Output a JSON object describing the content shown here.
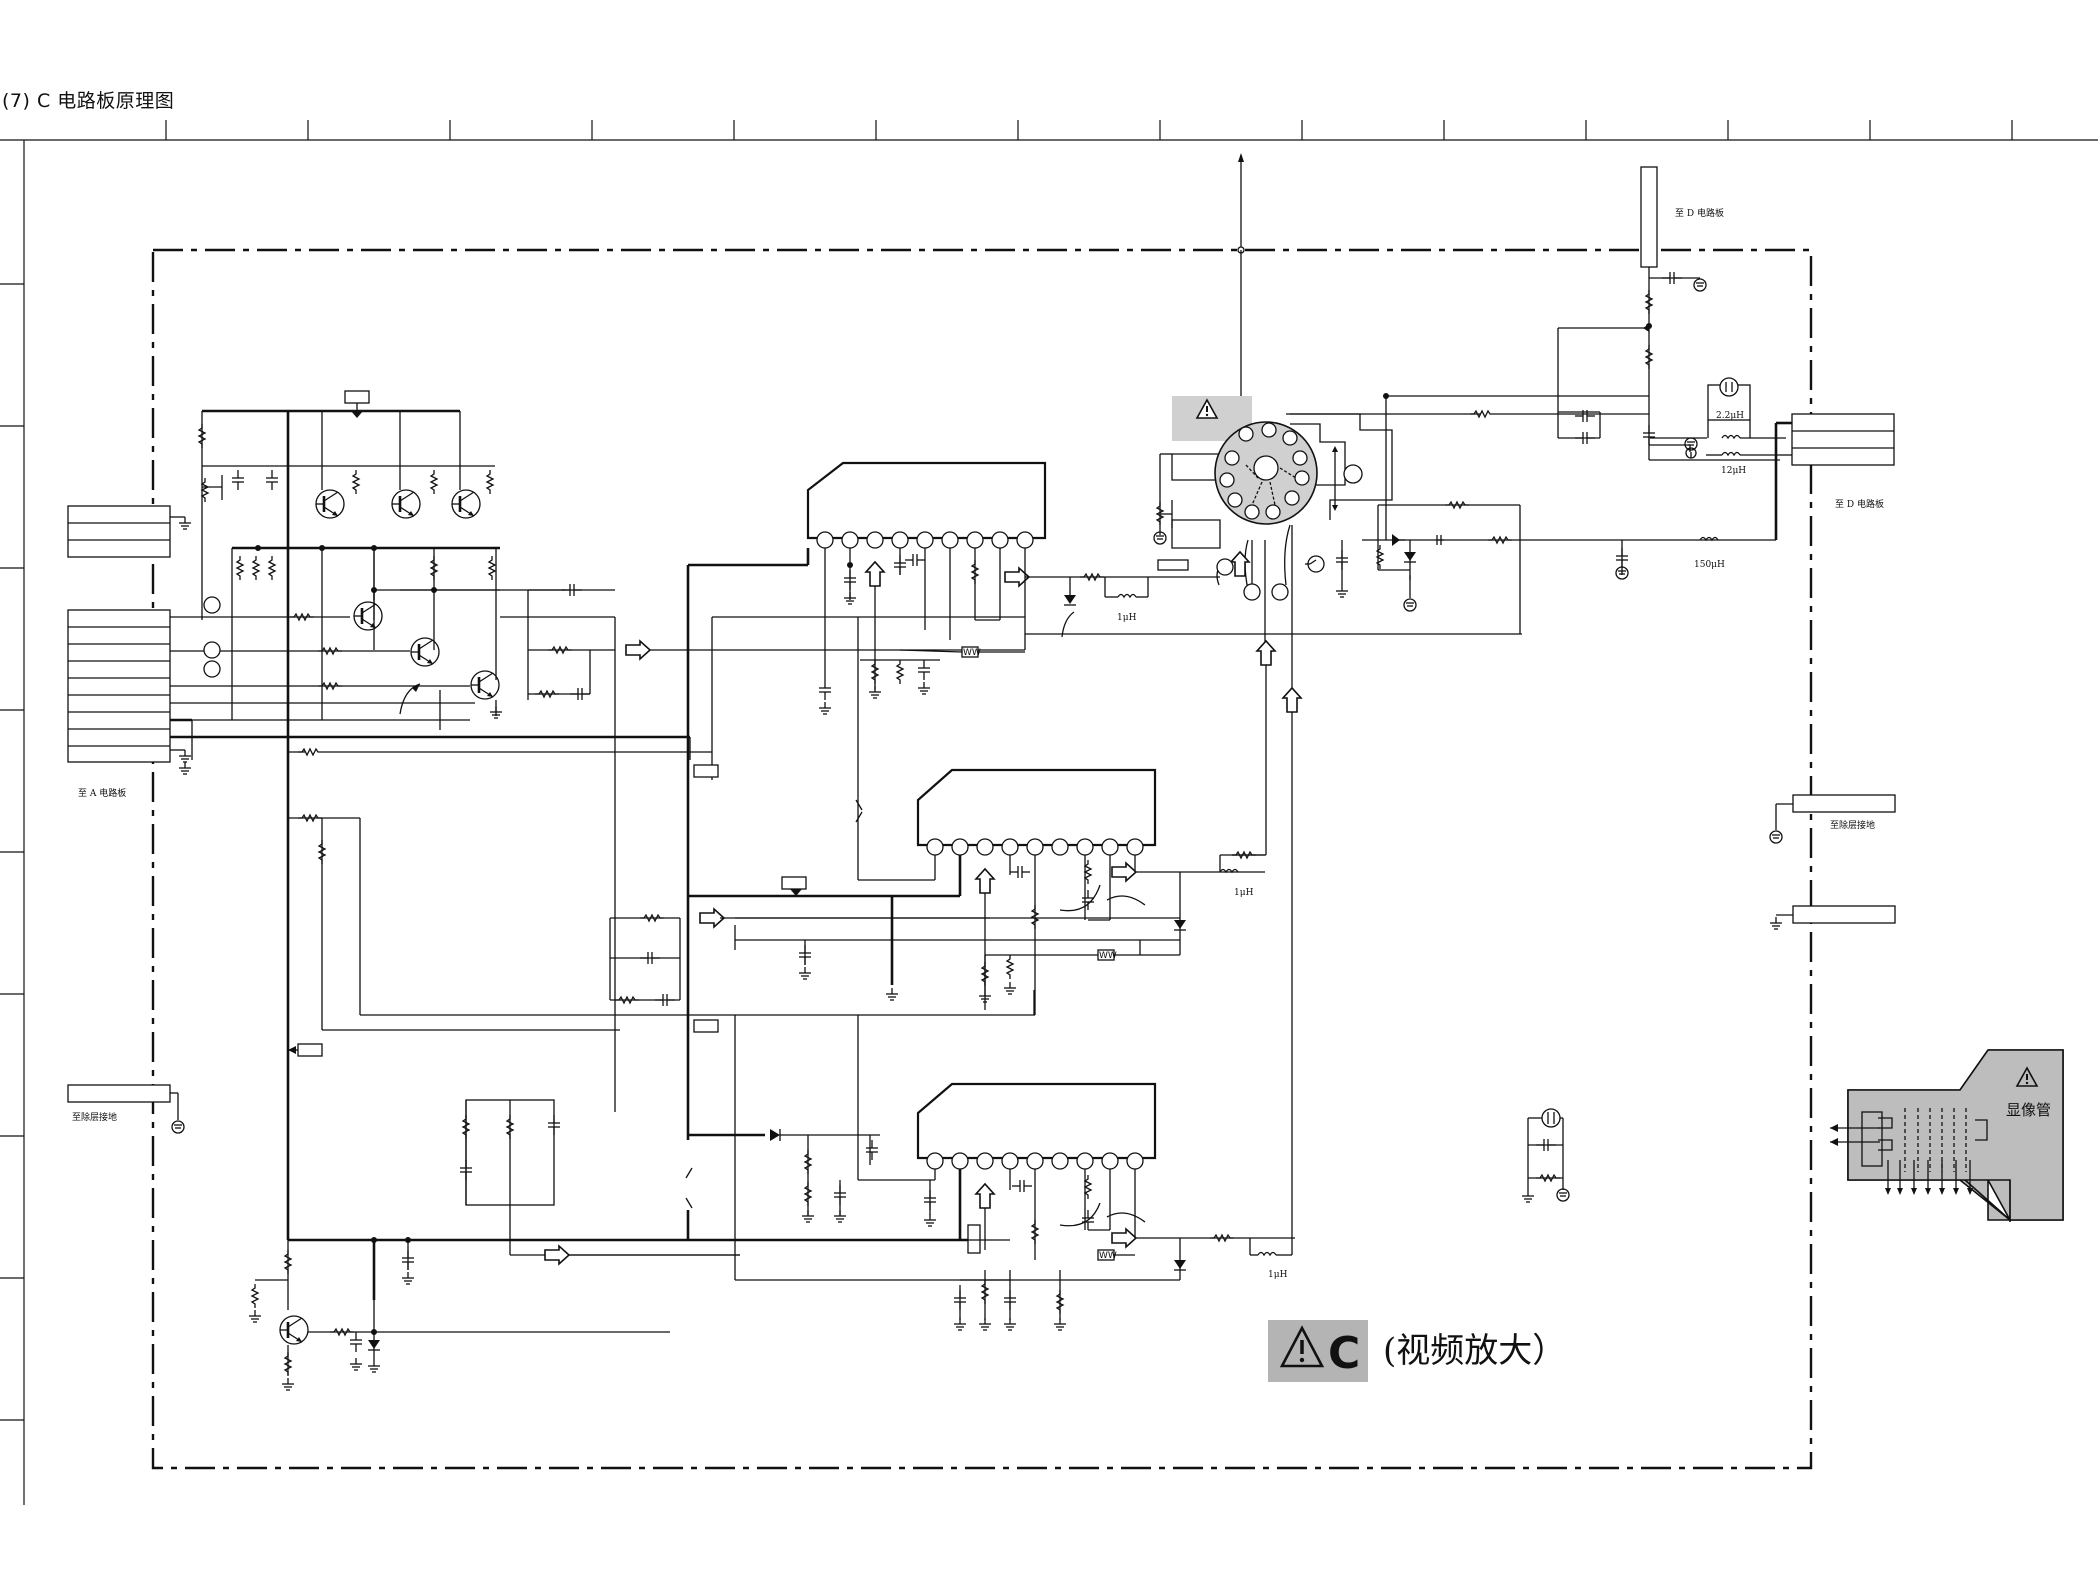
{
  "sheet": {
    "title": "(7) C 电路板原理图"
  },
  "board": {
    "badge_letter": "C",
    "caption": "(视频放大）"
  },
  "connectors": {
    "to_a_board": "至 A 电路板",
    "to_d_board_top": "至 D 电路板",
    "to_d_board_right": "至 D 电路板",
    "ground_left": "至除层接地",
    "ground_right": "至除层接地"
  },
  "values": {
    "inductor_2_2uh": "2.2μH",
    "inductor_12uh": "12μH",
    "inductor_150uh": "150μH",
    "inductor_1uh_a": "1μH",
    "inductor_1uh_b": "1μH",
    "inductor_1uh_c": "1μH"
  },
  "crt": {
    "label": "显像管"
  },
  "icons": {
    "warning": "warning-triangle-icon",
    "ground": "ground-icon"
  },
  "colors": {
    "ink": "#111111",
    "badge_gray": "#b4b4b4",
    "crt_gray": "#bdbdbd",
    "socket_gray": "#d0d0d0"
  }
}
